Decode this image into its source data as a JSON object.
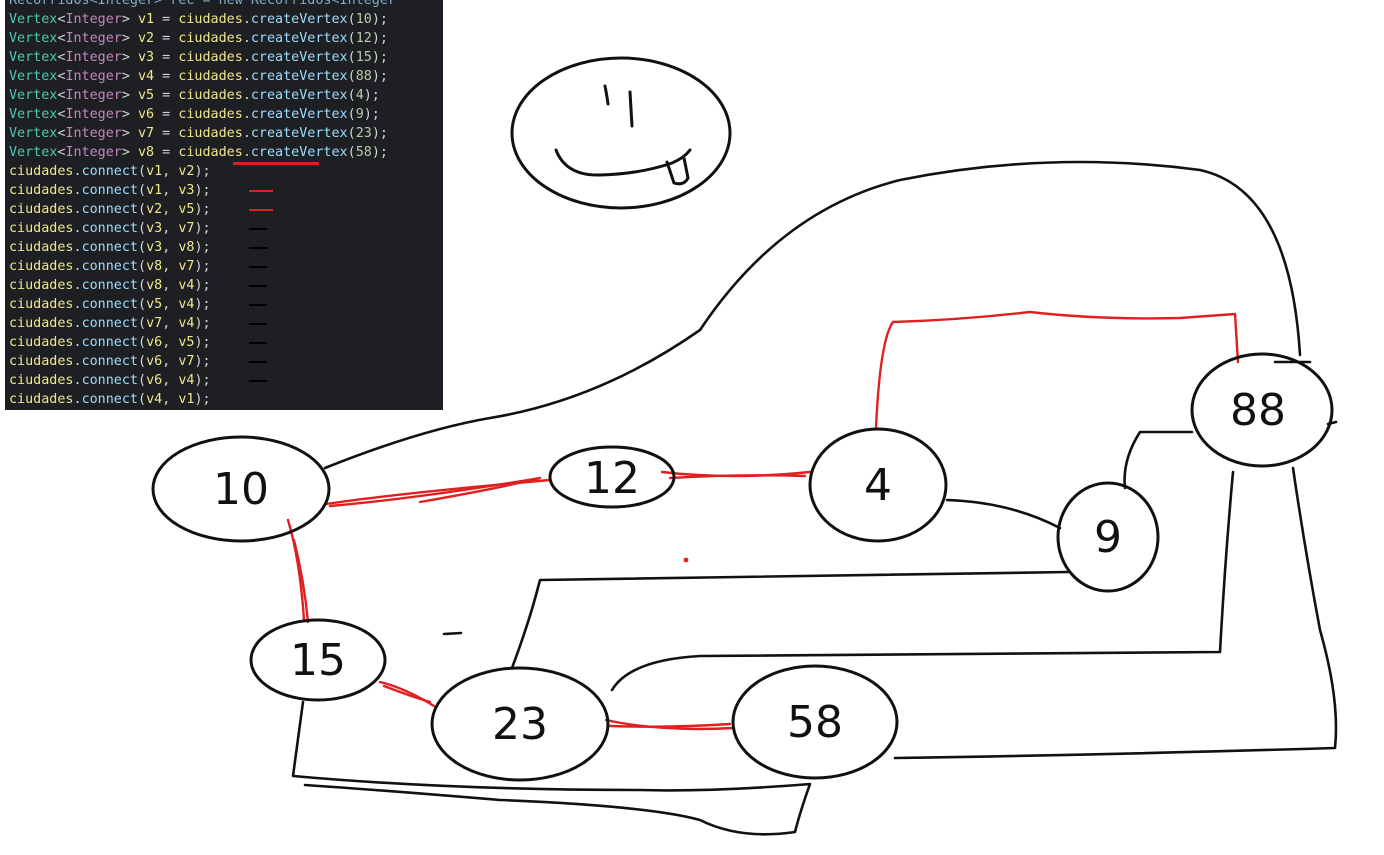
{
  "code": {
    "partial_line": "Recorridos<Integer> rec = new Recorridos<Integer",
    "vertex_lines": [
      {
        "type": "Vertex",
        "param": "Integer",
        "var": "v1",
        "obj": "ciudades",
        "fn": "createVertex",
        "arg": "10"
      },
      {
        "type": "Vertex",
        "param": "Integer",
        "var": "v2",
        "obj": "ciudades",
        "fn": "createVertex",
        "arg": "12"
      },
      {
        "type": "Vertex",
        "param": "Integer",
        "var": "v3",
        "obj": "ciudades",
        "fn": "createVertex",
        "arg": "15"
      },
      {
        "type": "Vertex",
        "param": "Integer",
        "var": "v4",
        "obj": "ciudades",
        "fn": "createVertex",
        "arg": "88"
      },
      {
        "type": "Vertex",
        "param": "Integer",
        "var": "v5",
        "obj": "ciudades",
        "fn": "createVertex",
        "arg": "4"
      },
      {
        "type": "Vertex",
        "param": "Integer",
        "var": "v6",
        "obj": "ciudades",
        "fn": "createVertex",
        "arg": "9"
      },
      {
        "type": "Vertex",
        "param": "Integer",
        "var": "v7",
        "obj": "ciudades",
        "fn": "createVertex",
        "arg": "23"
      },
      {
        "type": "Vertex",
        "param": "Integer",
        "var": "v8",
        "obj": "ciudades",
        "fn": "createVertex",
        "arg": "58"
      }
    ],
    "connect_lines": [
      {
        "obj": "ciudades",
        "fn": "connect",
        "a": "v1",
        "b": "v2",
        "mark": "red"
      },
      {
        "obj": "ciudades",
        "fn": "connect",
        "a": "v1",
        "b": "v3",
        "mark": "red"
      },
      {
        "obj": "ciudades",
        "fn": "connect",
        "a": "v2",
        "b": "v5",
        "mark": "red"
      },
      {
        "obj": "ciudades",
        "fn": "connect",
        "a": "v3",
        "b": "v7",
        "mark": "black"
      },
      {
        "obj": "ciudades",
        "fn": "connect",
        "a": "v3",
        "b": "v8",
        "mark": "black"
      },
      {
        "obj": "ciudades",
        "fn": "connect",
        "a": "v8",
        "b": "v7",
        "mark": "black"
      },
      {
        "obj": "ciudades",
        "fn": "connect",
        "a": "v8",
        "b": "v4",
        "mark": "black"
      },
      {
        "obj": "ciudades",
        "fn": "connect",
        "a": "v5",
        "b": "v4",
        "mark": "black"
      },
      {
        "obj": "ciudades",
        "fn": "connect",
        "a": "v7",
        "b": "v4",
        "mark": "black"
      },
      {
        "obj": "ciudades",
        "fn": "connect",
        "a": "v6",
        "b": "v5",
        "mark": "black"
      },
      {
        "obj": "ciudades",
        "fn": "connect",
        "a": "v6",
        "b": "v7",
        "mark": "black"
      },
      {
        "obj": "ciudades",
        "fn": "connect",
        "a": "v6",
        "b": "v4",
        "mark": "black"
      },
      {
        "obj": "ciudades",
        "fn": "connect",
        "a": "v4",
        "b": "v1",
        "mark": "none"
      }
    ]
  },
  "graph": {
    "nodes": [
      {
        "id": "n10",
        "label": "10"
      },
      {
        "id": "n12",
        "label": "12"
      },
      {
        "id": "n4",
        "label": "4"
      },
      {
        "id": "n9",
        "label": "9"
      },
      {
        "id": "n88",
        "label": "88"
      },
      {
        "id": "n15",
        "label": "15"
      },
      {
        "id": "n23",
        "label": "23"
      },
      {
        "id": "n58",
        "label": "58"
      }
    ],
    "highlighted_edges": [
      [
        "10",
        "12"
      ],
      [
        "12",
        "4"
      ],
      [
        "4",
        "88"
      ],
      [
        "10",
        "15"
      ],
      [
        "15",
        "23"
      ],
      [
        "23",
        "58"
      ]
    ],
    "other_edges": [
      [
        "10",
        "88"
      ],
      [
        "4",
        "9"
      ],
      [
        "9",
        "88"
      ],
      [
        "9",
        "23"
      ],
      [
        "88",
        "23"
      ],
      [
        "88",
        "58"
      ],
      [
        "15",
        "58"
      ]
    ]
  },
  "colors": {
    "highlight": "#e02020",
    "ink": "#111111",
    "code_bg": "#1e1f22"
  },
  "icons": {
    "smiley": "smiley-face-drawing"
  }
}
